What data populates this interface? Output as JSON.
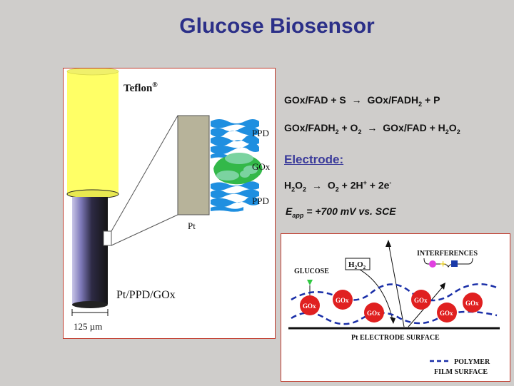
{
  "slide": {
    "title": "Glucose Biosensor"
  },
  "left_diagram": {
    "teflon_label": "Teflon",
    "teflon_mark": "®",
    "layer_labels": {
      "ppd_top": "PPD",
      "gox": "GOx",
      "ppd_bottom": "PPD"
    },
    "pt_label": "Pt",
    "electrode_label": "Pt/PPD/GOx",
    "scale_label": "125 µm"
  },
  "equations": {
    "eq1": {
      "lhs": "GOx/FAD + S",
      "rhs_main": "GOx/FADH",
      "rhs_sub": "2",
      "rhs_tail": " + P"
    },
    "eq2": {
      "lhs_main": "GOx/FADH",
      "lhs_sub": "2",
      "lhs_mid": " + O",
      "lhs_sub2": "2",
      "rhs_main": "GOx/FAD + H",
      "rhs_sub": "2",
      "rhs_mid": "O",
      "rhs_sub2": "2"
    },
    "electrode_heading": "Electrode:",
    "eq3": {
      "lhs_main": "H",
      "lhs_sub": "2",
      "lhs_mid": "O",
      "lhs_sub2": "2",
      "rhs_a": "O",
      "rhs_sub": "2",
      "rhs_b": " + 2H",
      "rhs_sup": "+",
      "rhs_c": " + 2e",
      "rhs_sup2": "-"
    },
    "eapp": {
      "symbol": "E",
      "sub": "app",
      "text": " = +700 mV vs. SCE"
    }
  },
  "right_diagram": {
    "interferences_label": "INTERFERENCES",
    "glucose_label": "GLUCOSE",
    "h2o2_main": "H",
    "h2o2_sub": "2",
    "h2o2_mid": "O",
    "h2o2_sub2": "2",
    "enzyme_label": "GOx",
    "electrode_surface_label": "Pt ELECTRODE SURFACE",
    "legend_line1": "POLYMER",
    "legend_line2": "FILM SURFACE"
  },
  "colors": {
    "title": "#2b2f88",
    "teflon": "#ffff66",
    "ppd": "#1f8fe0",
    "gox": "#33b849",
    "enzyme": "#e02020",
    "polymer": "#1a2fa8",
    "border": "#c0392b"
  }
}
